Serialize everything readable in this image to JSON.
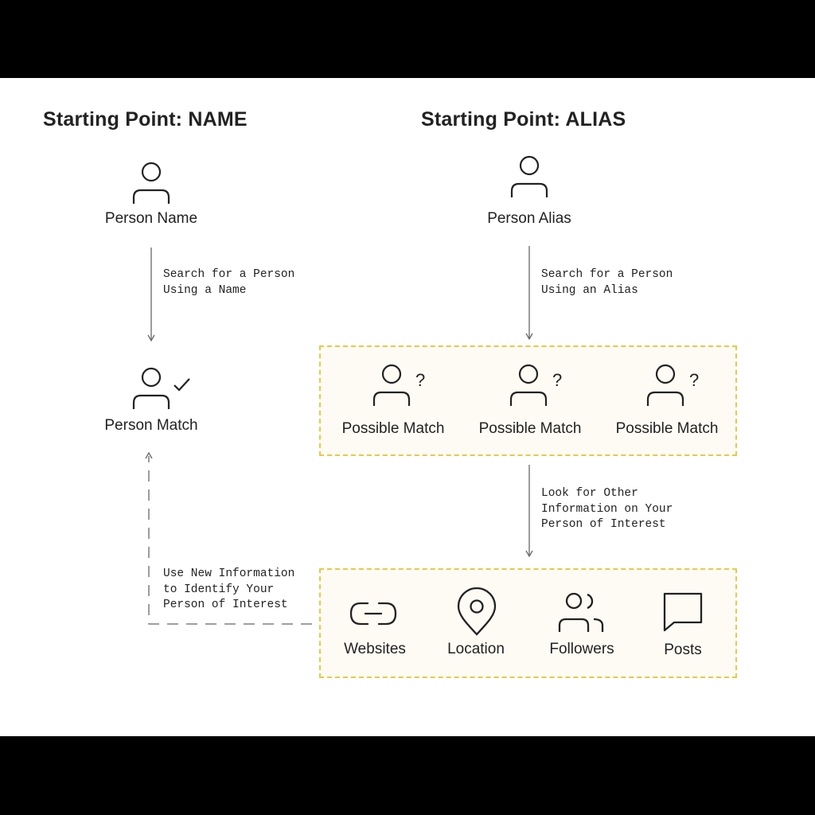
{
  "colors": {
    "background": "#ffffff",
    "frame": "#000000",
    "text": "#222222",
    "connector": "#666666",
    "group_border": "#e8c84a",
    "group_fill": "#fdfbf4"
  },
  "left": {
    "heading": "Starting Point: NAME",
    "start_node": {
      "label": "Person Name",
      "icon": "person-icon"
    },
    "search_step": {
      "lines": [
        "Search for a Person",
        "Using a Name"
      ]
    },
    "match_node": {
      "label": "Person Match",
      "icon": "person-check-icon"
    }
  },
  "right": {
    "heading": "Starting Point: ALIAS",
    "start_node": {
      "label": "Person Alias",
      "icon": "person-icon"
    },
    "search_step": {
      "lines": [
        "Search for a Person",
        "Using an Alias"
      ]
    },
    "possible_matches": [
      {
        "label": "Possible Match",
        "icon": "person-question-icon",
        "mark": "?"
      },
      {
        "label": "Possible Match",
        "icon": "person-question-icon",
        "mark": "?"
      },
      {
        "label": "Possible Match",
        "icon": "person-question-icon",
        "mark": "?"
      }
    ],
    "look_step": {
      "lines": [
        "Look for Other",
        "Information on Your",
        "Person of Interest"
      ]
    },
    "info_items": [
      {
        "label": "Websites",
        "icon": "link-icon"
      },
      {
        "label": "Location",
        "icon": "map-pin-icon"
      },
      {
        "label": "Followers",
        "icon": "users-icon"
      },
      {
        "label": "Posts",
        "icon": "speech-bubble-icon"
      }
    ]
  },
  "feedback_step": {
    "lines": [
      "Use New Information",
      "to Identify Your",
      "Person of Interest"
    ]
  }
}
